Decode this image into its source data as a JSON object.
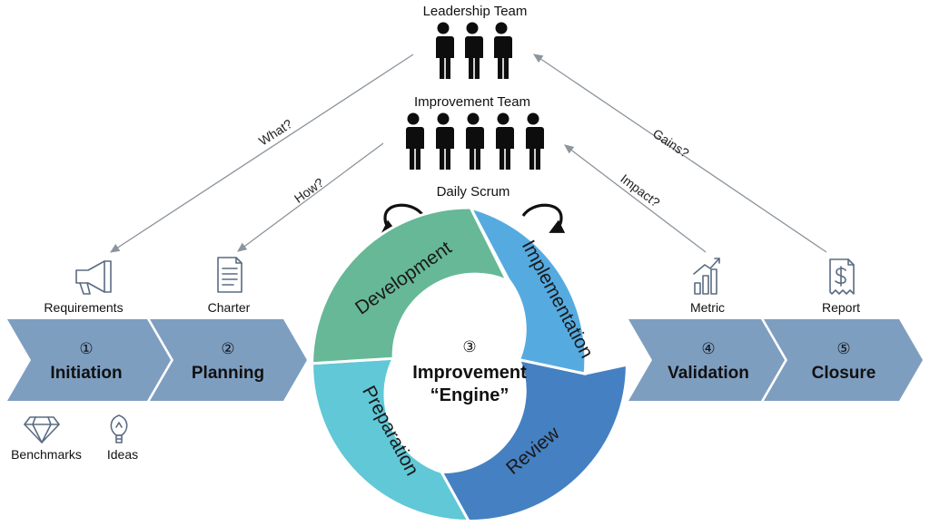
{
  "teams": {
    "leadership": "Leadership Team",
    "improvement": "Improvement Team",
    "daily_scrum": "Daily Scrum"
  },
  "questions": {
    "what": "What?",
    "how": "How?",
    "impact": "Impact?",
    "gains": "Gains?"
  },
  "stages": [
    {
      "number": "①",
      "title": "Initiation",
      "artifact": "Requirements",
      "icon": "megaphone-icon"
    },
    {
      "number": "②",
      "title": "Planning",
      "artifact": "Charter",
      "icon": "document-icon"
    },
    {
      "number": "④",
      "title": "Validation",
      "artifact": "Metric",
      "icon": "bar-chart-icon"
    },
    {
      "number": "⑤",
      "title": "Closure",
      "artifact": "Report",
      "icon": "dollar-receipt-icon"
    }
  ],
  "inputs": [
    {
      "label": "Benchmarks",
      "icon": "diamond-icon"
    },
    {
      "label": "Ideas",
      "icon": "lightbulb-icon"
    }
  ],
  "engine": {
    "number": "③",
    "line1": "Improvement",
    "line2": "“Engine”",
    "segments": [
      {
        "label": "Development",
        "color": "#66b897"
      },
      {
        "label": "Implementation",
        "color": "#55abe0"
      },
      {
        "label": "Review",
        "color": "#4580c2"
      },
      {
        "label": "Preparation",
        "color": "#60c8d6"
      }
    ]
  },
  "colors": {
    "chevron": "#7e9ec0",
    "connector": "#8c949c",
    "icon": "#5a6b82"
  }
}
